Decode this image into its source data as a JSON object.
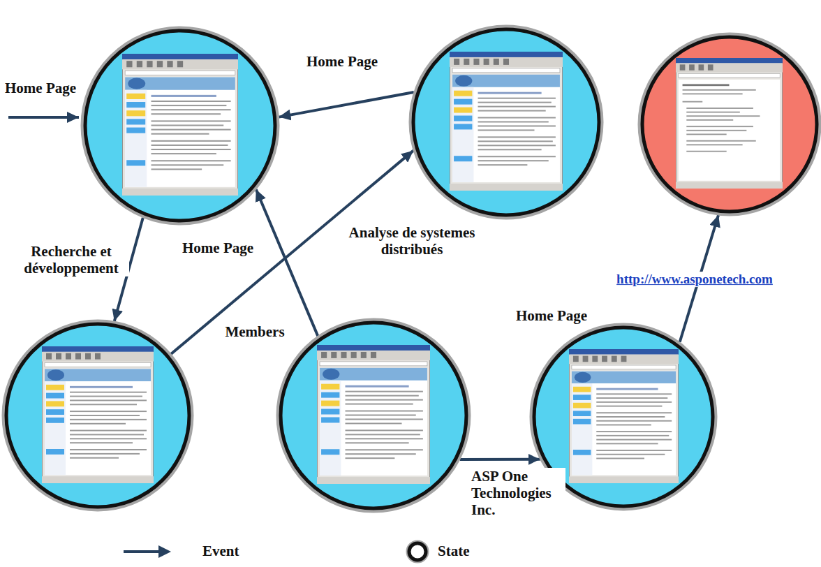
{
  "diagram": {
    "nodes": [
      {
        "text": []
      },
      {
        "text": []
      },
      {
        "text": []
      },
      {
        "text": []
      },
      {
        "text": []
      },
      {
        "text": []
      }
    ],
    "edges": [
      {
        "from": 1,
        "to": 0,
        "arrow": "to",
        "label": "Home Page"
      },
      {
        "from": 0,
        "to": 3,
        "arrow": "to",
        "label": "Recherche et développement"
      },
      {
        "from": 3,
        "to": 1,
        "arrow": "to",
        "label": "Analyse de systemes distribués"
      },
      {
        "from": 4,
        "to": 0,
        "arrow": "to",
        "label": "Home Page"
      },
      {
        "from": 4,
        "to": 5,
        "arrow": "to",
        "label": "ASP One Technologies Inc."
      },
      {
        "from": 5,
        "to": 2,
        "arrow": "to",
        "label": "http://www.asponetech.com"
      }
    ],
    "labels": [
      "Home Page",
      "Members",
      "Home Page"
    ],
    "legend": [
      {
        "text": "Event"
      },
      {
        "text": "State"
      }
    ]
  }
}
